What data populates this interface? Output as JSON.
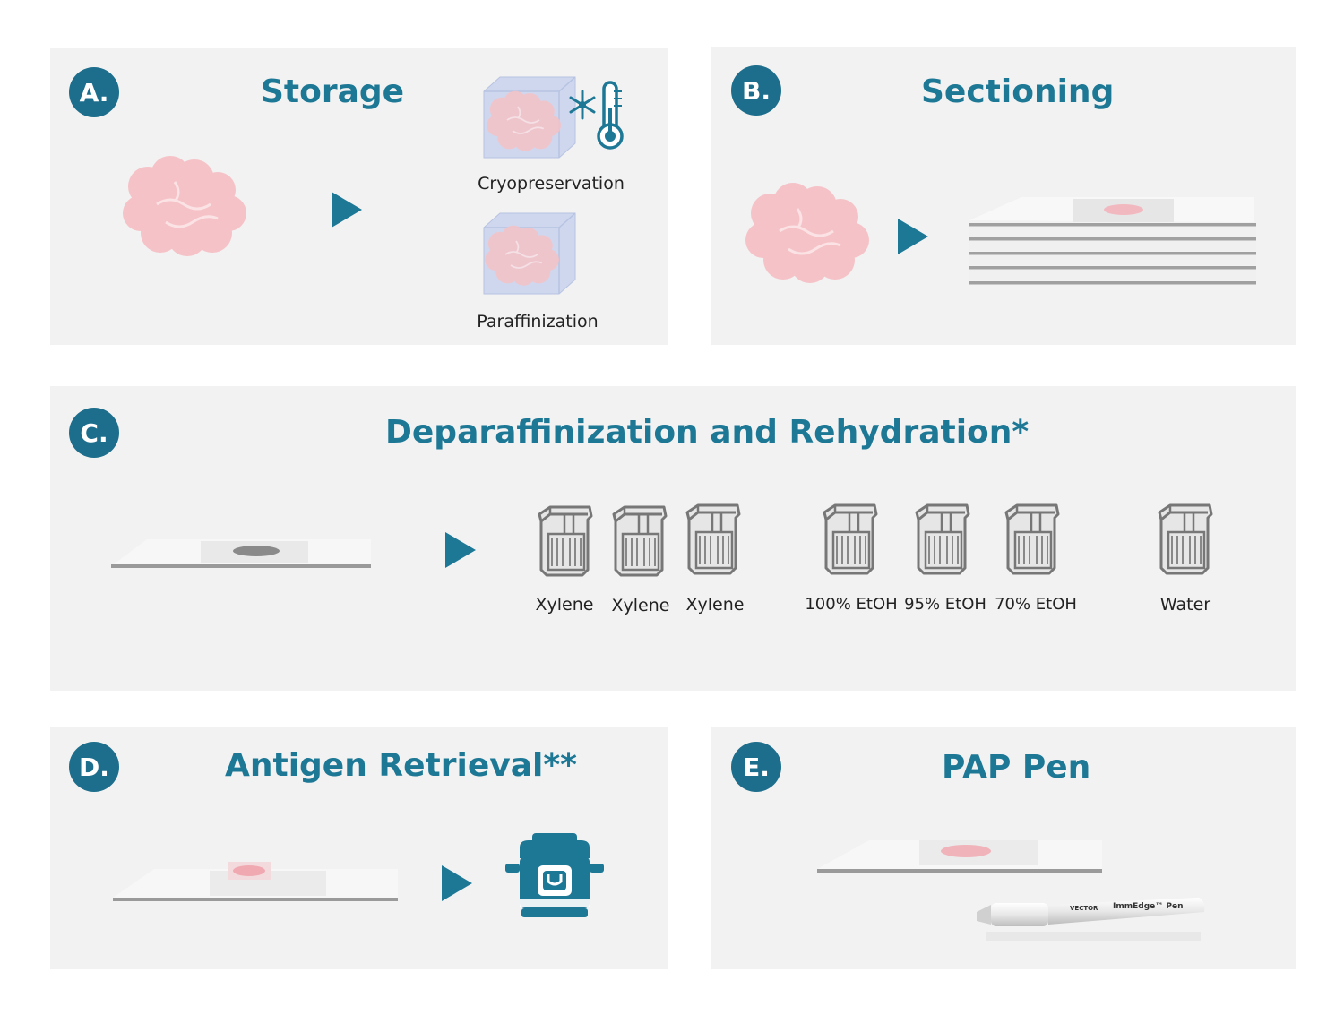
{
  "panels": {
    "a": {
      "badge": "A.",
      "title": "Storage",
      "labels": {
        "cryo": "Cryopreservation",
        "paraffin": "Paraffinization"
      }
    },
    "b": {
      "badge": "B.",
      "title": "Sectioning"
    },
    "c": {
      "badge": "C.",
      "title": "Deparaffinization and Rehydration*",
      "steps": [
        "Xylene",
        "Xylene",
        "Xylene",
        "100% EtOH",
        "95% EtOH",
        "70% EtOH",
        "Water"
      ]
    },
    "d": {
      "badge": "D.",
      "title": "Antigen Retrieval**"
    },
    "e": {
      "badge": "E.",
      "title": "PAP Pen",
      "pen_text": {
        "brand": "VECTOR",
        "product": "ImmEdge™ Pen"
      }
    }
  },
  "colors": {
    "accent": "#1d7896",
    "badge": "#1d6e8c",
    "panel": "#f2f2f2",
    "tissue": "#f5c6cb"
  },
  "icons": [
    "tissue-icon",
    "frozen-block-icon",
    "snowflake-icon",
    "thermometer-icon",
    "paraffin-block-icon",
    "slide-stack-icon",
    "slide-icon",
    "staining-jar-icon",
    "pressure-cooker-icon",
    "pap-pen-icon"
  ]
}
